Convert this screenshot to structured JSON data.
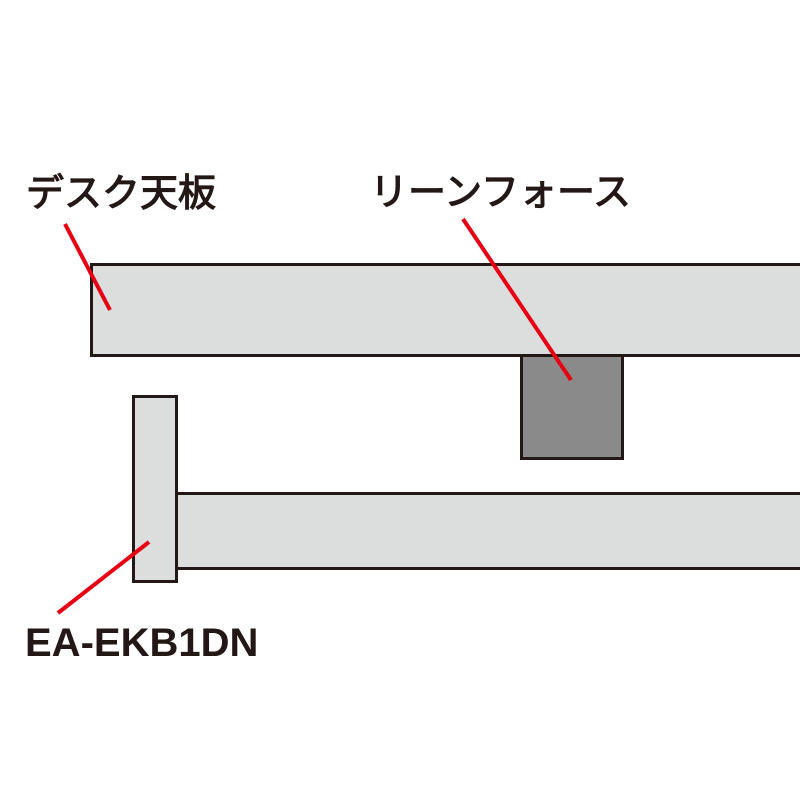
{
  "diagram": {
    "labels": {
      "desk_top": "デスク天板",
      "reinforce": "リーンフォース",
      "product_code": "EA-EKB1DN"
    },
    "colors": {
      "background": "#ffffff",
      "panel_fill": "#dcdddd",
      "reinforce_fill": "#8a8a8a",
      "outline": "#231815",
      "leader_line": "#e60012",
      "label_text": "#231815"
    }
  }
}
